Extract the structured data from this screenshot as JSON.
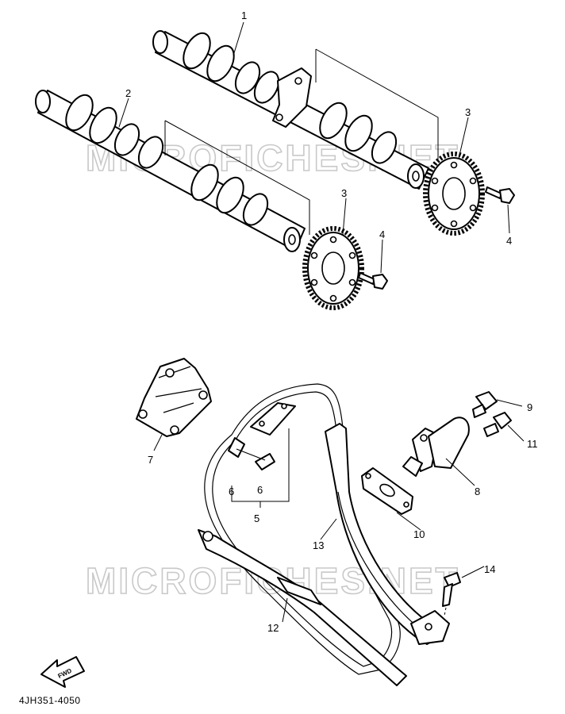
{
  "watermark": "MICROFICHES.NET",
  "drawing_code": "4JH351-4050",
  "fwd_label": "FWD",
  "callouts": {
    "c1": "1",
    "c2": "2",
    "c3a": "3",
    "c3b": "3",
    "c4a": "4",
    "c4b": "4",
    "c5": "5",
    "c6a": "6",
    "c6b": "6",
    "c7": "7",
    "c8": "8",
    "c9": "9",
    "c10": "10",
    "c11": "11",
    "c12": "12",
    "c13": "13",
    "c14": "14"
  }
}
